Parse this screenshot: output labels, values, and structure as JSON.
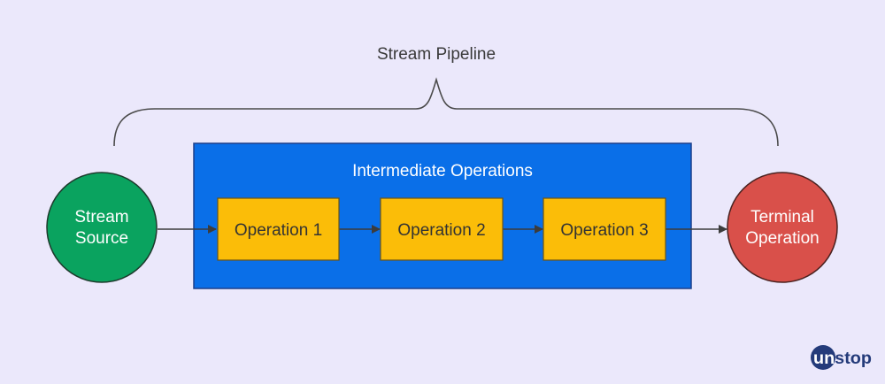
{
  "pipeline": {
    "title": "Stream Pipeline",
    "source_label_line1": "Stream",
    "source_label_line2": "Source",
    "intermediate_title": "Intermediate Operations",
    "operations": [
      "Operation 1",
      "Operation 2",
      "Operation 3"
    ],
    "terminal_label_line1": "Terminal",
    "terminal_label_line2": "Operation"
  },
  "logo": {
    "text": "unstop"
  },
  "colors": {
    "background": "#ebe8fb",
    "source": "#0aa35f",
    "terminal": "#d9504a",
    "intermediate_box": "#0a6fe8",
    "operation_box": "#fbbd08",
    "connector": "#3c3c3c",
    "logo_dark": "#243b7a"
  }
}
